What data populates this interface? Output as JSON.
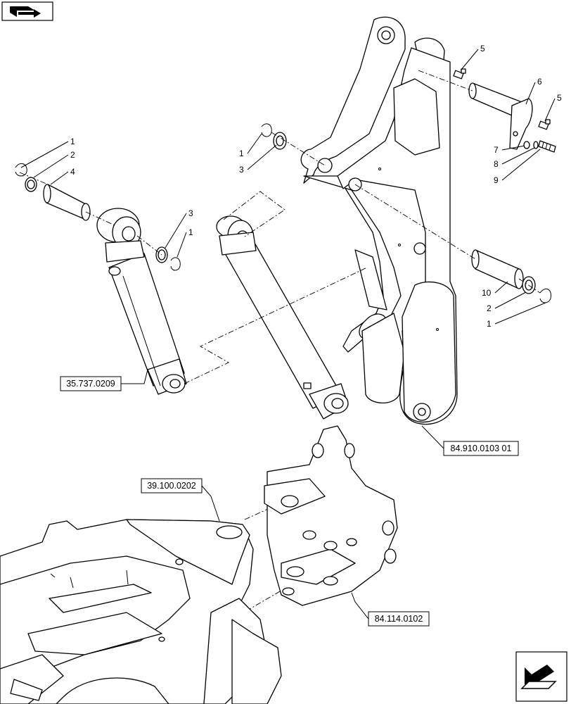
{
  "callouts": [
    {
      "id": "c1a",
      "label": "1"
    },
    {
      "id": "c2a",
      "label": "2"
    },
    {
      "id": "c4",
      "label": "4"
    },
    {
      "id": "c3a",
      "label": "3"
    },
    {
      "id": "c1b",
      "label": "1"
    },
    {
      "id": "c1c",
      "label": "1"
    },
    {
      "id": "c3b",
      "label": "3"
    },
    {
      "id": "c5a",
      "label": "5"
    },
    {
      "id": "c6",
      "label": "6"
    },
    {
      "id": "c5b",
      "label": "5"
    },
    {
      "id": "c7",
      "label": "7"
    },
    {
      "id": "c8",
      "label": "8"
    },
    {
      "id": "c9",
      "label": "9"
    },
    {
      "id": "c10",
      "label": "10"
    },
    {
      "id": "c2b",
      "label": "2"
    },
    {
      "id": "c1d",
      "label": "1"
    }
  ],
  "references": [
    {
      "id": "r1",
      "label": "35.737.0209"
    },
    {
      "id": "r2",
      "label": "84.910.0103 01"
    },
    {
      "id": "r3",
      "label": "39.100.0202"
    },
    {
      "id": "r4",
      "label": "84.114.0102"
    }
  ],
  "nav": {
    "top_icon": "book-arrow-icon",
    "bottom_icon": "next-page-arrow-icon"
  }
}
